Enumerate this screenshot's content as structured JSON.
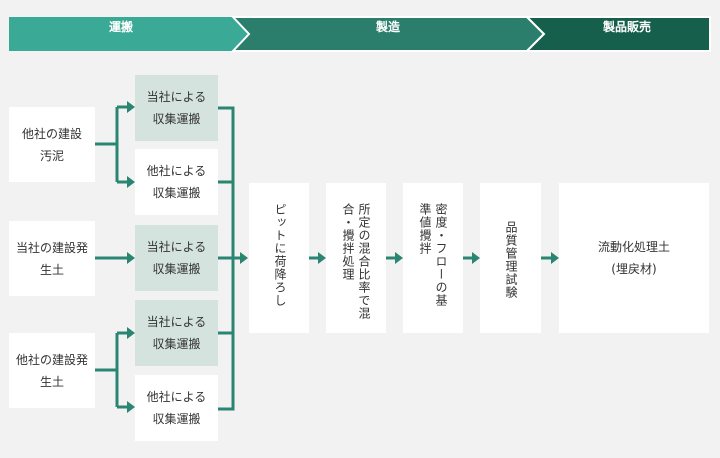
{
  "phases": {
    "transport": "運搬",
    "manufacture": "製造",
    "sales": "製品販売"
  },
  "sources": [
    "他社の建設汚泥",
    "当社の建設発生土",
    "他社の建設発生土"
  ],
  "carriers": [
    "当社による収集運搬",
    "他社による収集運搬",
    "当社による収集運搬",
    "当社による収集運搬",
    "他社による収集運搬"
  ],
  "steps": [
    "ピットに荷降ろし",
    "所定の混合比率で混合・攪拌処理",
    "密度・フローの基準値攪拌",
    "品質管理試験"
  ],
  "product": {
    "name": "流動化処理土",
    "sub": "(埋戻材)"
  },
  "colors": {
    "phase1": "#3aa995",
    "phase2": "#2a7e6b",
    "phase3": "#155f4c",
    "arrow": "#2a8572",
    "shaded": "#d4e3de"
  }
}
